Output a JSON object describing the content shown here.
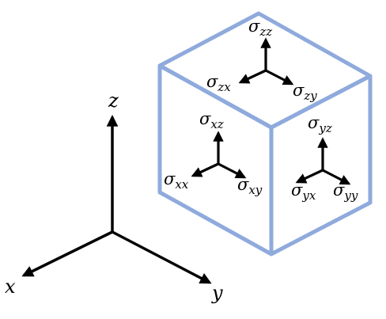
{
  "colors": {
    "cube_edge": "#8faadc",
    "arrow": "#000000",
    "background": "#ffffff"
  },
  "axes": {
    "x_label": "x",
    "y_label": "y",
    "z_label": "z"
  },
  "stress_labels": {
    "top": {
      "zz": {
        "symbol": "σ",
        "subscript": "zz"
      },
      "zx": {
        "symbol": "σ",
        "subscript": "zx"
      },
      "zy": {
        "symbol": "σ",
        "subscript": "zy"
      }
    },
    "left": {
      "xz": {
        "symbol": "σ",
        "subscript": "xz"
      },
      "xx": {
        "symbol": "σ",
        "subscript": "xx"
      },
      "xy": {
        "symbol": "σ",
        "subscript": "xy"
      }
    },
    "right": {
      "yz": {
        "symbol": "σ",
        "subscript": "yz"
      },
      "yx": {
        "symbol": "σ",
        "subscript": "yx"
      },
      "yy": {
        "symbol": "σ",
        "subscript": "yy"
      }
    }
  }
}
